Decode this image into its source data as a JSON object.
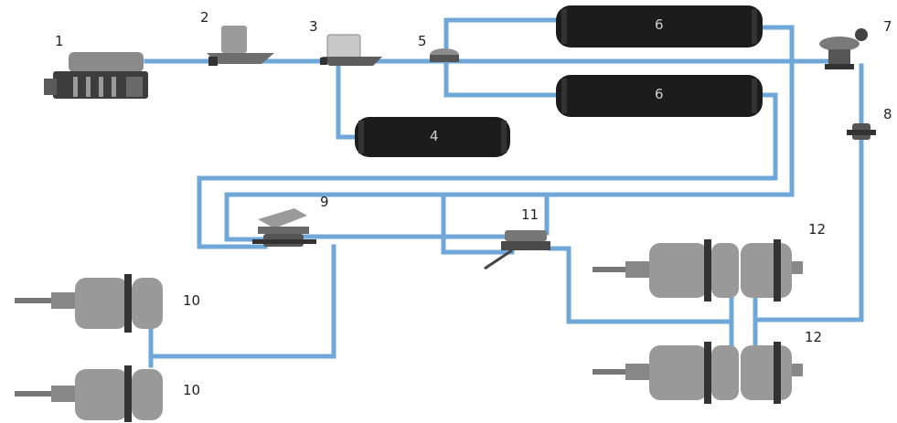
{
  "labels": {
    "compressor": "1",
    "unloader_valve": "2",
    "dryer": "3",
    "wet_tank": "4",
    "protection_valve": "5",
    "tank_top": "6",
    "tank_bottom": "6",
    "park_control_valve": "7",
    "relay_valve_8": "8",
    "foot_brake_valve": "9",
    "front_chamber_top": "10",
    "front_chamber_bottom": "10",
    "rear_relay_valve": "11",
    "rear_chamber_top": "12",
    "rear_chamber_bottom": "12"
  },
  "colors": {
    "pipe": "#6fa8d8",
    "tank": "#1c1c1c",
    "component_gray": "#8c8c8c",
    "component_dark": "#3a3a3a"
  }
}
